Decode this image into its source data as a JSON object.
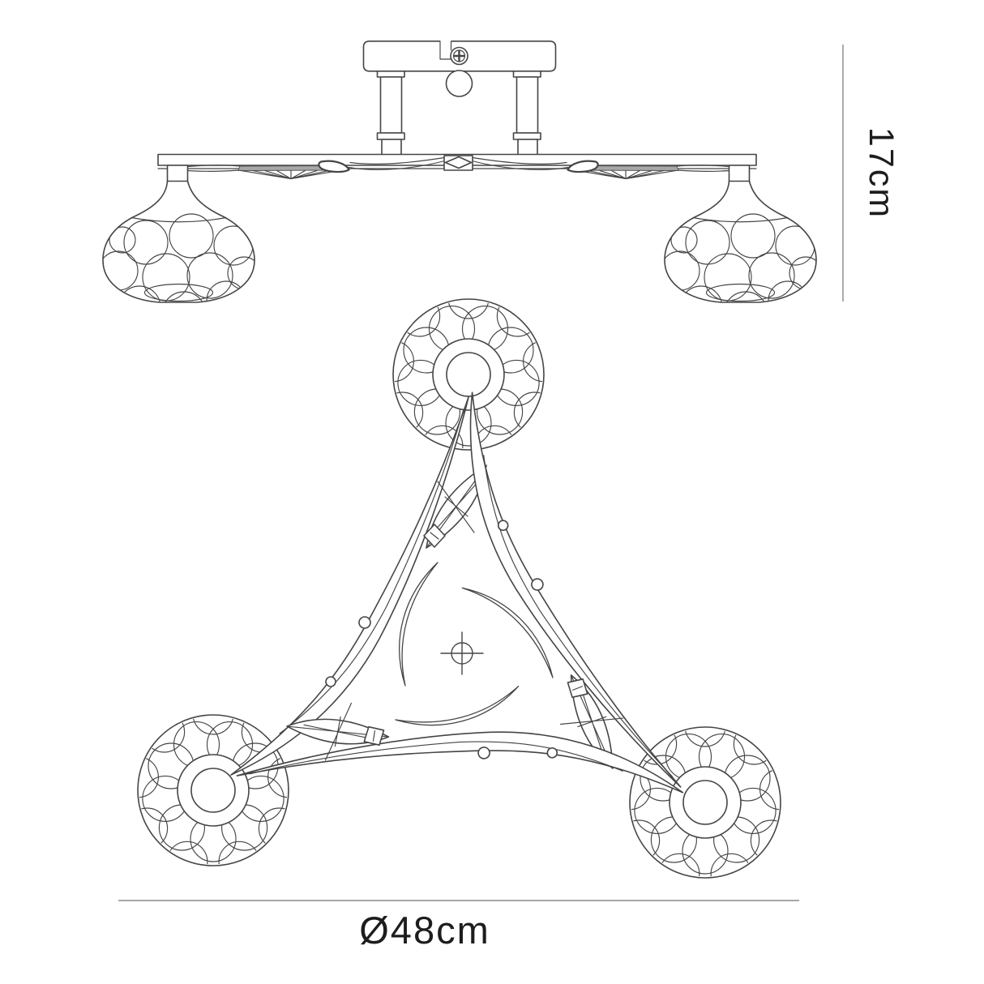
{
  "colors": {
    "background": "#ffffff",
    "line": "#454545",
    "dimension_line": "#8a8a8a",
    "text": "#1d1d1d",
    "crystal_strip": "#a8a8a8"
  },
  "dimensions": {
    "height": {
      "label": "17cm",
      "value": "17",
      "unit": "cm"
    },
    "diameter": {
      "label": "Ø48cm",
      "value": "48",
      "unit": "cm"
    }
  },
  "icons": {
    "screw": "phillips-screw-icon",
    "crosshair": "center-mark-crosshair-icon"
  }
}
